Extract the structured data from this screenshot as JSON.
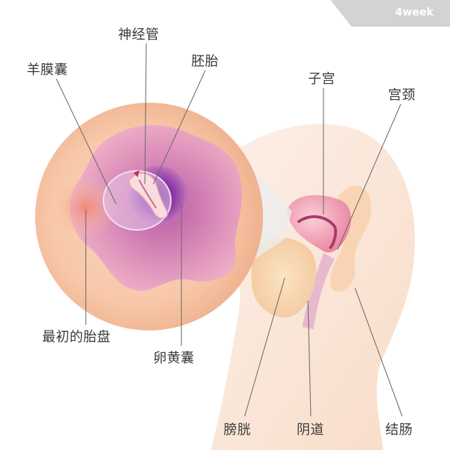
{
  "week_tag": "4week",
  "labels": {
    "neural_tube": "神经管",
    "amniotic_sac": "羊膜囊",
    "embryo": "胚胎",
    "uterus": "子宫",
    "cervix": "宫颈",
    "placenta": "最初的胎盘",
    "yolk_sac": "卵黄囊",
    "bladder": "膀胱",
    "vagina": "阴道",
    "colon": "结肠"
  },
  "colors": {
    "label_text": "#3a3a3a",
    "leader_line": "#6b6b6b",
    "tag_bg": "#d3d3d3",
    "tag_text": "#ffffff",
    "disc_outer": "#f6c9a6",
    "disc_inner_pink": "#e9a6c4",
    "sac_purple": "#7d2f9e",
    "body_skin": "#fbe6d8",
    "uterus_pink": "#ec8fa8"
  }
}
